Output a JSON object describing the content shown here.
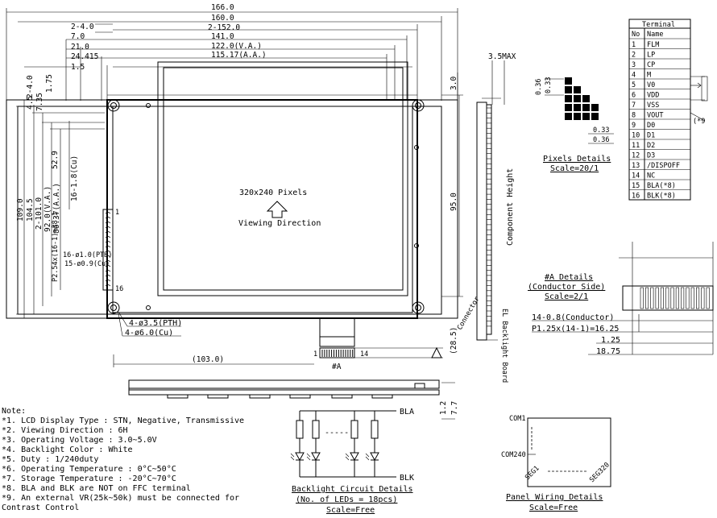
{
  "top_dims": {
    "d166": "166.0",
    "d160": "160.0",
    "d2_1520": "2-152.0",
    "d141": "141.0",
    "d122": "122.0(V.A.)",
    "d115": "115.17(A.A.)",
    "l2_40": "2-4.0",
    "l70": "7.0",
    "l210": "21.0",
    "l24415": "24.415",
    "l15": "1.5",
    "max35": "3.5MAX",
    "r30": "3.0"
  },
  "left_dims": {
    "v2_40": "2-4.0",
    "v45": "4.5",
    "v735": "7.35",
    "v175": "1.75",
    "v1090": "109.0",
    "v1045": "104.5",
    "v2_1010": "2-101.0",
    "v920": "92.0(V.A.)",
    "v8637": "86.37(A.A.)",
    "v529": "52.9",
    "v16_18": "16-1.8(Cu)",
    "v254": "P2.54x(16-1)=38.1",
    "pth1": "16-ø1.0(PTH)",
    "pth2": "15-ø0.9(Cu)"
  },
  "main": {
    "pixels_label": "320x240 Pixels",
    "viewing_label": "Viewing Direction",
    "pin1": "1",
    "pin16": "16",
    "hole_pth": "4-ø3.5(PTH)",
    "hole_cu": "4-ø6.0(Cu)",
    "d103": "(103.0)",
    "fpc_1": "1",
    "fpc_14": "14",
    "fpc_hashA": "#A",
    "d285": "(28.5)",
    "d950": "95.0",
    "comp_height": "Component Height",
    "el_backlight": "EL Backlight Board",
    "connector": "Connector",
    "side_12": "1.2",
    "side_77": "7.7"
  },
  "pixel_details": {
    "d036": "0.36",
    "d033": "0.33",
    "h033": "0.33",
    "h036": "0.36",
    "title": "Pixels Details",
    "scale": "Scale=20/1"
  },
  "terminal": {
    "title": "Terminal",
    "col_no": "No",
    "col_name": "Name",
    "rows": [
      {
        "no": "1",
        "name": "FLM"
      },
      {
        "no": "2",
        "name": "LP"
      },
      {
        "no": "3",
        "name": "CP"
      },
      {
        "no": "4",
        "name": "M"
      },
      {
        "no": "5",
        "name": "V0"
      },
      {
        "no": "6",
        "name": "VDD"
      },
      {
        "no": "7",
        "name": "VSS"
      },
      {
        "no": "8",
        "name": "VOUT"
      },
      {
        "no": "9",
        "name": "D0"
      },
      {
        "no": "10",
        "name": "D1"
      },
      {
        "no": "11",
        "name": "D2"
      },
      {
        "no": "12",
        "name": "D3"
      },
      {
        "no": "13",
        "name": "/DISPOFF"
      },
      {
        "no": "14",
        "name": "NC"
      },
      {
        "no": "15",
        "name": "BLA(*8)"
      },
      {
        "no": "16",
        "name": "BLK(*8)"
      }
    ],
    "note_ref": "(*9"
  },
  "a_details": {
    "title": "#A Details",
    "sub": "(Conductor Side)",
    "scale": "Scale=2/1",
    "d1": "14-0.8(Conductor)",
    "d2": "P1.25x(14-1)=16.25",
    "d3": "1.25",
    "d4": "18.75"
  },
  "notes": {
    "heading": "Note:",
    "lines": [
      "*1. LCD Display Type : STN, Negative, Transmissive",
      "*2. Viewing Direction : 6H",
      "*3. Operating Voltage : 3.0~5.0V",
      "*4. Backlight Color : White",
      "*5. Duty : 1/240duty",
      "*6. Operating Temperature : 0°C~50°C",
      "*7. Storage Temperature : -20°C~70°C",
      "*8. BLA and BLK are NOT on FFC terminal",
      "*9. An external VR(25k~50k) must be connected for",
      "Contrast Control"
    ]
  },
  "backlight": {
    "bla": "BLA",
    "blk": "BLK",
    "title": "Backlight Circuit Details",
    "sub": "(No. of LEDs = 18pcs)",
    "scale": "Scale=Free",
    "dots": "-----"
  },
  "panel": {
    "com1": "COM1",
    "com240": "COM240",
    "seg1": "SEG1",
    "seg320": "SEG320",
    "title": "Panel Wiring Details",
    "scale": "Scale=Free"
  }
}
